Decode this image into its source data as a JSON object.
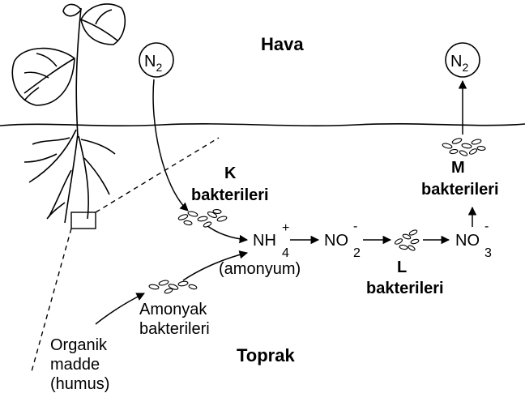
{
  "air_label": "Hava",
  "soil_label": "Toprak",
  "n2_left": {
    "main": "N",
    "sub": "2"
  },
  "n2_right": {
    "main": "N",
    "sub": "2"
  },
  "k_bacteria": {
    "letter": "K",
    "text": "bakterileri"
  },
  "m_bacteria": {
    "letter": "M",
    "text": "bakterileri"
  },
  "l_bacteria": {
    "letter": "L",
    "text": "bakterileri"
  },
  "ammonium": {
    "formula": "NH",
    "sub": "4",
    "sup": "+",
    "name": "(amonyum)"
  },
  "nitrite": {
    "formula": "NO",
    "sub": "2",
    "sup": "-"
  },
  "nitrate": {
    "formula": "NO",
    "sub": "3",
    "sup": "-"
  },
  "ammonia_bacteria": {
    "line1": "Amonyak",
    "line2": "bakterileri"
  },
  "organic_matter": {
    "line1": "Organik",
    "line2": "madde",
    "line3": "(humus)"
  },
  "colors": {
    "ink": "#000000",
    "background": "#ffffff"
  }
}
